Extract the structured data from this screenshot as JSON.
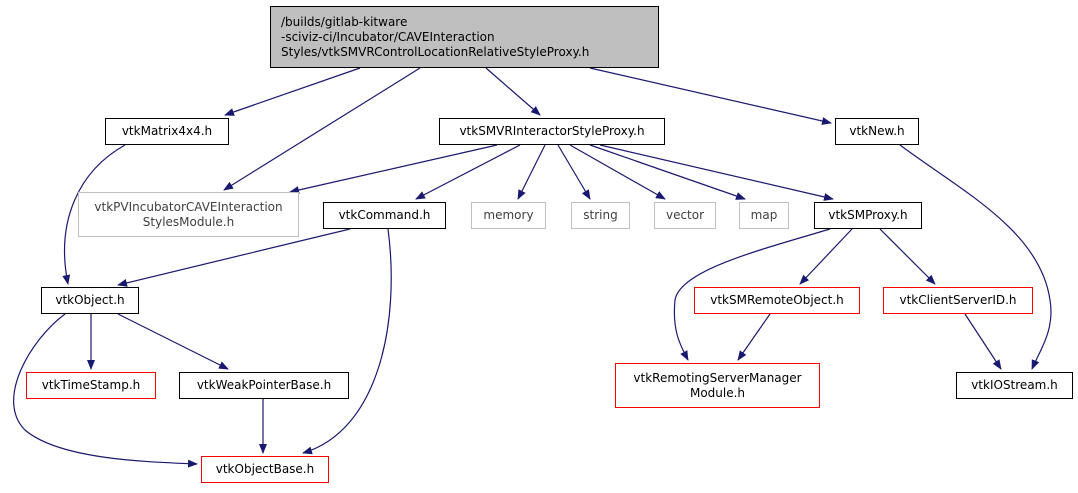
{
  "title": "Include dependency graph",
  "colors": {
    "edge": "#191970",
    "root_fill": "#bfbfbf",
    "normal_border": "#000000",
    "external_border": "#bfbfbf",
    "incomplete_border": "#ff0000"
  },
  "nodes": {
    "root": {
      "label": "/builds/gitlab-kitware\n-sciviz-ci/Incubator/CAVEInteraction\nStyles/vtkSMVRControlLocationRelativeStyleProxy.h",
      "kind": "root"
    },
    "vtkMatrix4x4": {
      "label": "vtkMatrix4x4.h",
      "kind": "normal"
    },
    "vtkPVIncubatorCAVE": {
      "label": "vtkPVIncubatorCAVEInteraction\nStylesModule.h",
      "kind": "external"
    },
    "vtkSMVRInteractorStyleProxy": {
      "label": "vtkSMVRInteractorStyleProxy.h",
      "kind": "normal"
    },
    "vtkNew": {
      "label": "vtkNew.h",
      "kind": "normal"
    },
    "vtkCommand": {
      "label": "vtkCommand.h",
      "kind": "normal"
    },
    "memory": {
      "label": "memory",
      "kind": "external"
    },
    "string": {
      "label": "string",
      "kind": "external"
    },
    "vector": {
      "label": "vector",
      "kind": "external"
    },
    "map": {
      "label": "map",
      "kind": "external"
    },
    "vtkSMProxy": {
      "label": "vtkSMProxy.h",
      "kind": "normal"
    },
    "vtkObject": {
      "label": "vtkObject.h",
      "kind": "normal"
    },
    "vtkSMRemoteObject": {
      "label": "vtkSMRemoteObject.h",
      "kind": "incomplete"
    },
    "vtkClientServerID": {
      "label": "vtkClientServerID.h",
      "kind": "incomplete"
    },
    "vtkTimeStamp": {
      "label": "vtkTimeStamp.h",
      "kind": "incomplete"
    },
    "vtkWeakPointerBase": {
      "label": "vtkWeakPointerBase.h",
      "kind": "normal"
    },
    "vtkRemotingServerManager": {
      "label": "vtkRemotingServerManager\nModule.h",
      "kind": "incomplete"
    },
    "vtkIOStream": {
      "label": "vtkIOStream.h",
      "kind": "normal"
    },
    "vtkObjectBase": {
      "label": "vtkObjectBase.h",
      "kind": "incomplete"
    }
  },
  "edges": [
    [
      "root",
      "vtkMatrix4x4"
    ],
    [
      "root",
      "vtkPVIncubatorCAVE"
    ],
    [
      "root",
      "vtkSMVRInteractorStyleProxy"
    ],
    [
      "root",
      "vtkNew"
    ],
    [
      "vtkMatrix4x4",
      "vtkObject"
    ],
    [
      "vtkSMVRInteractorStyleProxy",
      "vtkPVIncubatorCAVE"
    ],
    [
      "vtkSMVRInteractorStyleProxy",
      "vtkCommand"
    ],
    [
      "vtkSMVRInteractorStyleProxy",
      "memory"
    ],
    [
      "vtkSMVRInteractorStyleProxy",
      "string"
    ],
    [
      "vtkSMVRInteractorStyleProxy",
      "vector"
    ],
    [
      "vtkSMVRInteractorStyleProxy",
      "map"
    ],
    [
      "vtkSMVRInteractorStyleProxy",
      "vtkSMProxy"
    ],
    [
      "vtkNew",
      "vtkIOStream"
    ],
    [
      "vtkCommand",
      "vtkObject"
    ],
    [
      "vtkCommand",
      "vtkObjectBase"
    ],
    [
      "vtkSMProxy",
      "vtkRemotingServerManager"
    ],
    [
      "vtkSMProxy",
      "vtkSMRemoteObject"
    ],
    [
      "vtkSMProxy",
      "vtkClientServerID"
    ],
    [
      "vtkObject",
      "vtkTimeStamp"
    ],
    [
      "vtkObject",
      "vtkWeakPointerBase"
    ],
    [
      "vtkObject",
      "vtkObjectBase"
    ],
    [
      "vtkSMRemoteObject",
      "vtkRemotingServerManager"
    ],
    [
      "vtkClientServerID",
      "vtkIOStream"
    ],
    [
      "vtkWeakPointerBase",
      "vtkObjectBase"
    ]
  ]
}
